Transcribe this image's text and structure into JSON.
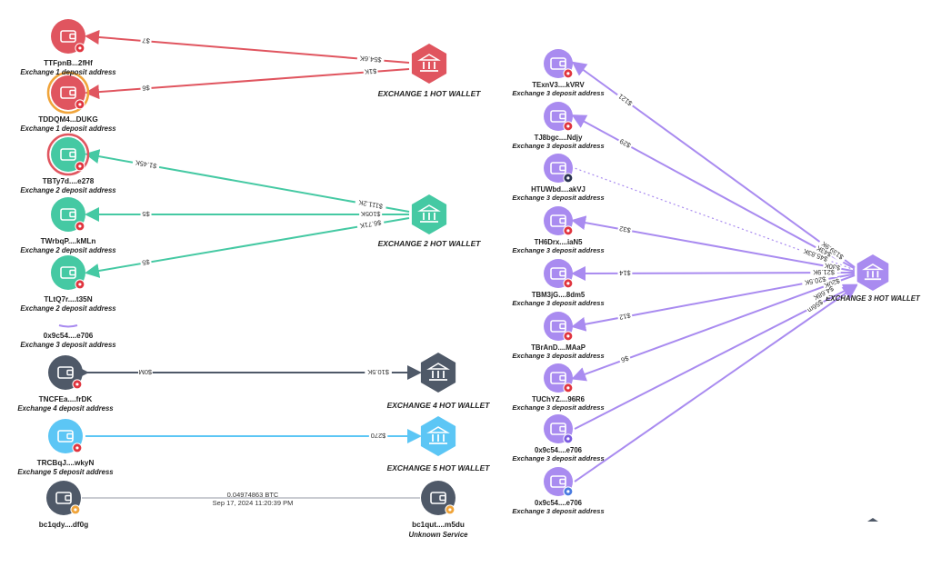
{
  "colors": {
    "exchange1": "#e0555f",
    "exchange2": "#45c9a3",
    "exchange3": "#a98bf0",
    "exchange4": "#4f5968",
    "exchange5": "#5cc6f5",
    "btc": "#4f5968",
    "unknown": "#4f5968"
  },
  "hubs": {
    "ex1": "EXCHANGE 1 HOT WALLET",
    "ex2": "EXCHANGE 2 HOT WALLET",
    "ex3": "EXCHANGE 3 HOT WALLET",
    "ex4": "EXCHANGE 4 HOT WALLET",
    "ex5": "EXCHANGE 5 HOT WALLET"
  },
  "left_nodes": [
    {
      "id": "TTFpnB...2fHf",
      "sub": "Exchange 1 deposit address"
    },
    {
      "id": "TDDQM4...DUKG",
      "sub": "Exchange 1 deposit address"
    },
    {
      "id": "TBTy7d....e278",
      "sub": "Exchange 2 deposit address"
    },
    {
      "id": "TWrbqP....kMLn",
      "sub": "Exchange 2 deposit address"
    },
    {
      "id": "TLtQ7r....t35N",
      "sub": "Exchange 2 deposit address"
    },
    {
      "id": "0x9c54....e706",
      "sub": "Exchange 3 deposit address"
    },
    {
      "id": "TNCFEa....frDK",
      "sub": "Exchange 4 deposit address"
    },
    {
      "id": "TRCBqJ....wkyN",
      "sub": "Exchange 5 deposit address"
    },
    {
      "id": "bc1qdy....df0g",
      "sub": ""
    }
  ],
  "unknown_node": {
    "id": "bc1qut....m5du",
    "sub": "Unknown Service"
  },
  "btc_tx": {
    "amount": "0.04974863 BTC",
    "time": "Sep 17, 2024 11:20:39 PM"
  },
  "left_edges": [
    {
      "near": "$7",
      "far": "$54.6K"
    },
    {
      "near": "$6",
      "far": "$1K"
    },
    {
      "near": "$1.45K",
      "far": "$111.2K"
    },
    {
      "near": "$5",
      "far": "$105K"
    },
    {
      "near": "$5",
      "far": "$6.71K"
    },
    {
      "near": "$0M",
      "far": "$10.5K"
    },
    {
      "near": "",
      "far": "$270"
    }
  ],
  "right_nodes": [
    {
      "id": "TExnV3....kVRV",
      "sub": "Exchange 3 deposit address"
    },
    {
      "id": "TJ8bgc....Ndjy",
      "sub": "Exchange 3 deposit address"
    },
    {
      "id": "HTUWbd....akVJ",
      "sub": "Exchange 3 deposit address"
    },
    {
      "id": "TH6Drx....iaN5",
      "sub": "Exchange 3 deposit address"
    },
    {
      "id": "TBM3jG....8dm5",
      "sub": "Exchange 3 deposit address"
    },
    {
      "id": "TBrAnD....MAaP",
      "sub": "Exchange 3 deposit address"
    },
    {
      "id": "TUChYZ....96R6",
      "sub": "Exchange 3 deposit address"
    },
    {
      "id": "0x9c54....e706",
      "sub": "Exchange 3 deposit address"
    },
    {
      "id": "0x9c54....e706",
      "sub": "Exchange 3 deposit address"
    }
  ],
  "right_edges": [
    {
      "near": "$121",
      "far": "$139.9K"
    },
    {
      "near": "$29",
      "far": "$43K"
    },
    {
      "near": "",
      "far": "$45.83K"
    },
    {
      "near": "$32",
      "far": "$30K"
    },
    {
      "near": "$14",
      "far": "$21.9K"
    },
    {
      "near": "$12",
      "far": "$20.5K"
    },
    {
      "near": "$6",
      "far": "$20K"
    },
    {
      "near": "",
      "far": "$4.68K"
    },
    {
      "near": "",
      "far": "$56m"
    }
  ]
}
